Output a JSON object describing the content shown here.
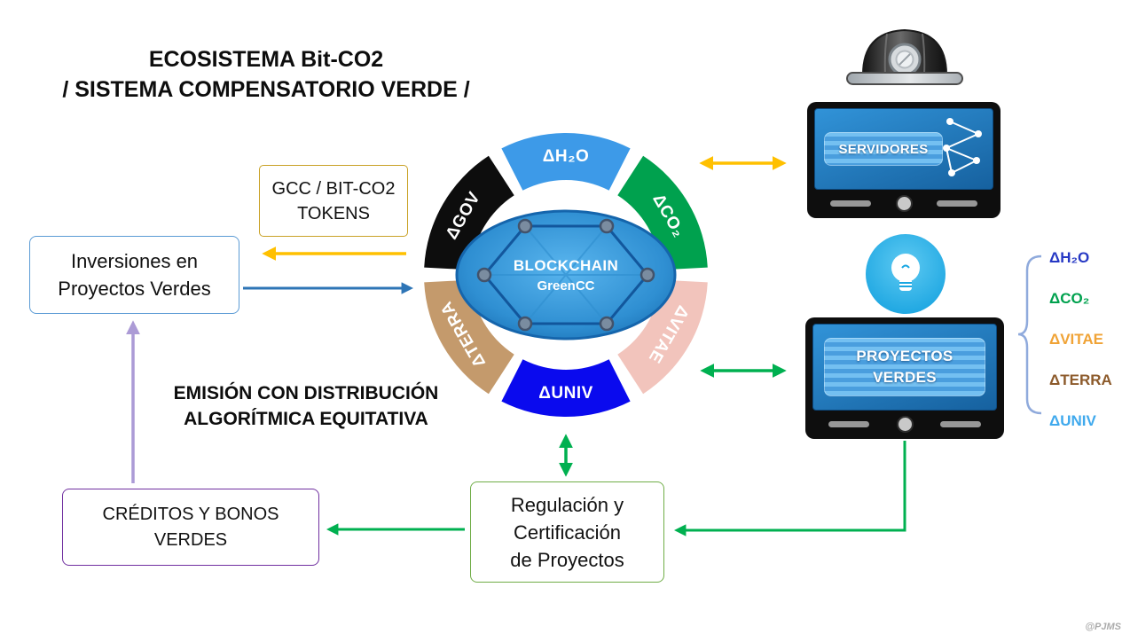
{
  "title": {
    "line1": "ECOSISTEMA Bit-CO2",
    "line2": "/ SISTEMA COMPENSATORIO VERDE /"
  },
  "ring": {
    "center": {
      "line1": "BLOCKCHAIN",
      "line2": "GreenCC"
    },
    "segments": [
      {
        "label": "ΔH₂O",
        "color": "#3D9AE8"
      },
      {
        "label": "ΔCO₂",
        "color": "#00A14E"
      },
      {
        "label": "ΔVITAE",
        "color": "#F2C4BC"
      },
      {
        "label": "ΔUNIV",
        "color": "#0A0AEE"
      },
      {
        "label": "ΔTERRA",
        "color": "#C49A6C"
      },
      {
        "label": "ΔGOV",
        "color": "#0D0D0D"
      }
    ]
  },
  "boxes": {
    "tokens": {
      "line1": "GCC / BIT-CO2",
      "line2": "TOKENS",
      "border_color": "#C9A227"
    },
    "inversiones": {
      "line1": "Inversiones en",
      "line2": "Proyectos Verdes",
      "border_color": "#5B9BD5"
    },
    "creditos": {
      "line1": "CRÉDITOS Y BONOS",
      "line2": "VERDES",
      "border_color": "#7030A0"
    },
    "regulacion": {
      "line1": "Regulación y",
      "line2": "Certificación",
      "line3": "de Proyectos",
      "border_color": "#70AD47"
    }
  },
  "emission_note": {
    "line1": "EMISIÓN CON DISTRIBUCIÓN",
    "line2": "ALGORÍTMICA EQUITATIVA"
  },
  "monitors": {
    "servidores": {
      "label": "SERVIDORES"
    },
    "proyectos": {
      "line1": "PROYECTOS",
      "line2": "VERDES"
    }
  },
  "legend": {
    "items": [
      {
        "label": "ΔH₂O",
        "color": "#2638C4"
      },
      {
        "label": "ΔCO₂",
        "color": "#00A14E"
      },
      {
        "label": "ΔVITAE",
        "color": "#F0A336"
      },
      {
        "label": "ΔTERRA",
        "color": "#8C5A2B"
      },
      {
        "label": "ΔUNIV",
        "color": "#3FA9ED"
      }
    ]
  },
  "arrows": {
    "yellow": "#FFC000",
    "blue": "#2E75B6",
    "green": "#00B050",
    "purple": "#AC9BD6"
  },
  "watermark": "@PJMS"
}
